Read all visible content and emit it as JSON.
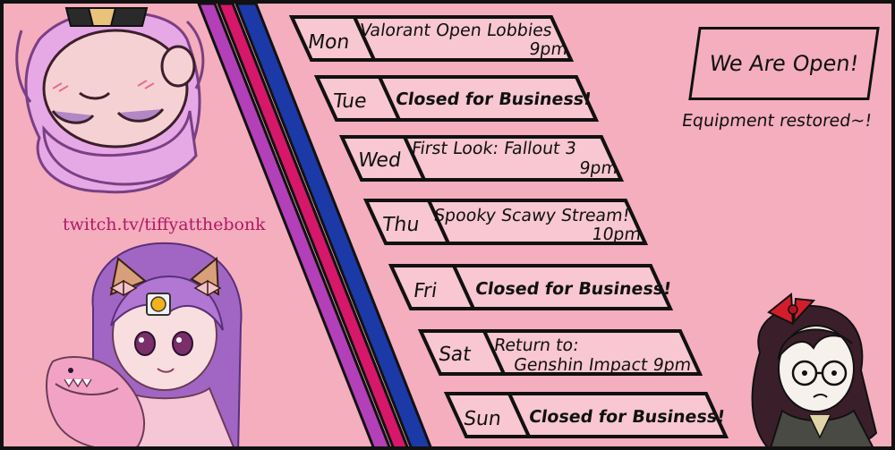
{
  "colors": {
    "background": "#f4aebd",
    "stripe_purple": "#b340b8",
    "stripe_magenta": "#d6176a",
    "stripe_blue": "#1b3aa8",
    "link": "#b01a66"
  },
  "schedule": [
    {
      "day": "Mon",
      "event_line1": "Valorant Open Lobbies",
      "event_line2": "9pm"
    },
    {
      "day": "Tue",
      "event_line1": "Closed for Business!",
      "event_line2": ""
    },
    {
      "day": "Wed",
      "event_line1": "First Look: Fallout 3",
      "event_line2": "9pm"
    },
    {
      "day": "Thu",
      "event_line1": "Spooky Scawy Stream!",
      "event_line2": "10pm"
    },
    {
      "day": "Fri",
      "event_line1": "Closed for Business!",
      "event_line2": ""
    },
    {
      "day": "Sat",
      "event_line1": "Return to:",
      "event_line2": "Genshin Impact 9pm"
    },
    {
      "day": "Sun",
      "event_line1": "Closed for Business!",
      "event_line2": ""
    }
  ],
  "status": {
    "title": "We Are Open!",
    "subtitle": "Equipment restored~!"
  },
  "channel_link": "twitch.tv/tiffyatthebonk"
}
